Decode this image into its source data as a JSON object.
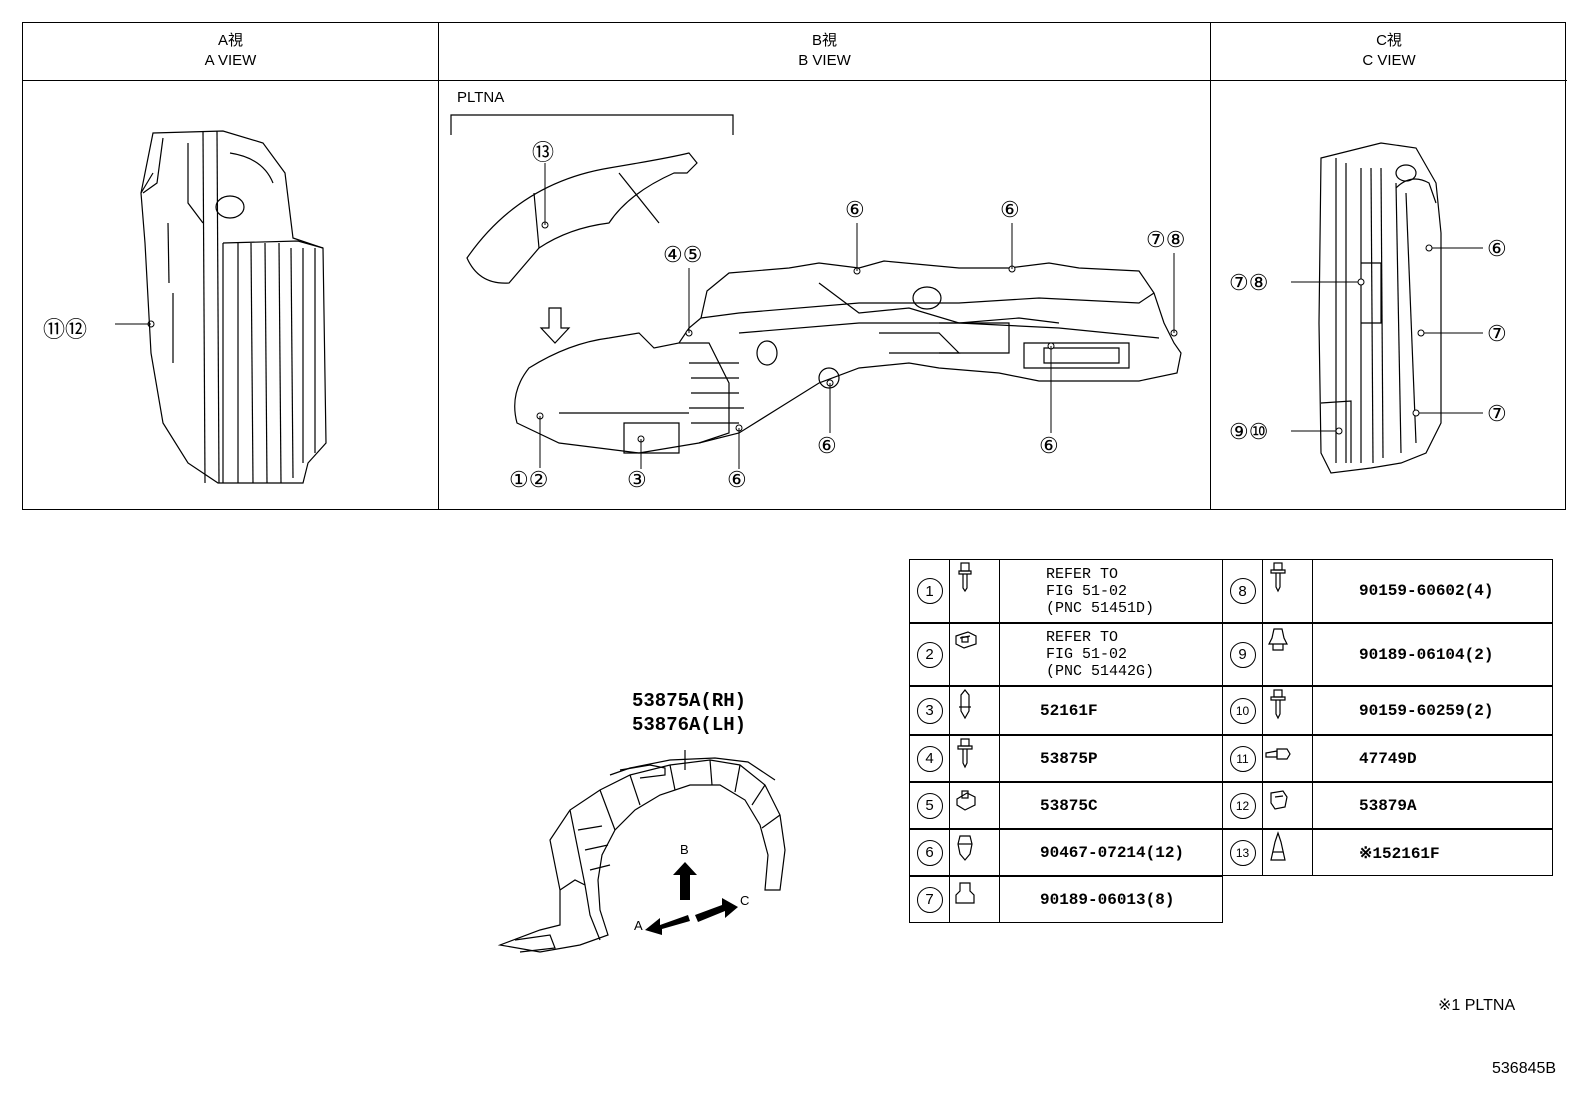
{
  "views": [
    {
      "title_jp": "A視",
      "title_en": "A VIEW",
      "callouts": [
        "⑪⑫"
      ]
    },
    {
      "title_jp": "B視",
      "title_en": "B VIEW",
      "variant_label": "PLTNA",
      "callouts": [
        "⑬",
        "④⑤",
        "⑥",
        "⑥",
        "⑦⑧",
        "⑥",
        "⑥",
        "①②",
        "③",
        "⑥"
      ]
    },
    {
      "title_jp": "C視",
      "title_en": "C VIEW",
      "callouts": [
        "⑥",
        "⑦⑧",
        "⑦",
        "⑨⑩",
        "⑦"
      ]
    }
  ],
  "assembly": {
    "part_number_rh": "53875A(RH)",
    "part_number_lh": "53876A(LH)",
    "arrow_labels": {
      "a": "A",
      "b": "B",
      "c": "C"
    }
  },
  "parts_table": [
    {
      "no": "1",
      "desc": "REFER TO\nFIG 51-02\n(PNC 51451D)"
    },
    {
      "no": "2",
      "desc": "REFER TO\nFIG 51-02\n(PNC 51442G)"
    },
    {
      "no": "3",
      "desc": "52161F"
    },
    {
      "no": "4",
      "desc": "53875P"
    },
    {
      "no": "5",
      "desc": "53875C"
    },
    {
      "no": "6",
      "desc": "90467-07214(12)"
    },
    {
      "no": "7",
      "desc": "90189-06013(8)"
    },
    {
      "no": "8",
      "desc": "90159-60602(4)"
    },
    {
      "no": "9",
      "desc": "90189-06104(2)"
    },
    {
      "no": "10",
      "desc": "90159-60259(2)"
    },
    {
      "no": "11",
      "desc": "47749D"
    },
    {
      "no": "12",
      "desc": "53879A"
    },
    {
      "no": "13",
      "desc": "※152161F"
    }
  ],
  "footnote": "※1 PLTNA",
  "figure_id": "536845B"
}
